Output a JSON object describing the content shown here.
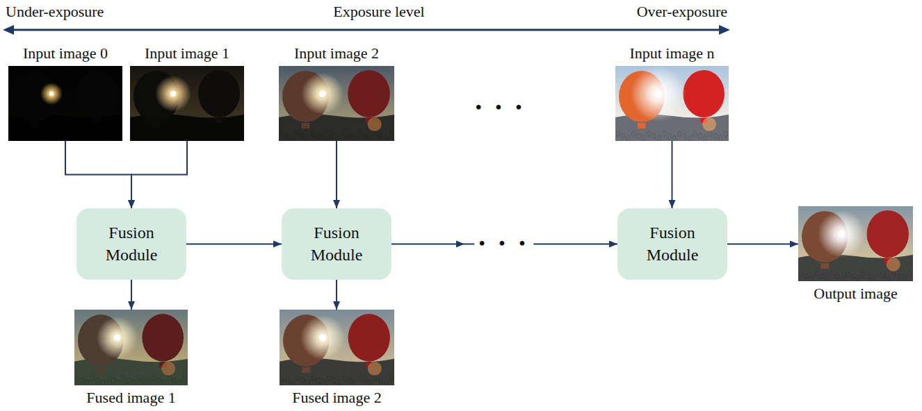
{
  "diagram": {
    "nodes": [
      {
        "text": [
          "Input image 0"
        ]
      },
      {
        "text": [
          "Input image 1"
        ]
      },
      {
        "text": [
          "Input image 2"
        ]
      },
      {
        "text": [
          "Input image n"
        ]
      },
      {
        "text": [
          "Fusion Module"
        ]
      },
      {
        "text": [
          "Fusion Module"
        ]
      },
      {
        "text": [
          "Fusion Module"
        ]
      },
      {
        "text": [
          "Fused image 1"
        ]
      },
      {
        "text": [
          "Fused image 2"
        ]
      },
      {
        "text": [
          "Output image"
        ]
      }
    ],
    "edges": [
      {
        "from": 0,
        "to": 4,
        "arrow": "to"
      },
      {
        "from": 1,
        "to": 4,
        "arrow": "to"
      },
      {
        "from": 2,
        "to": 5,
        "arrow": "to"
      },
      {
        "from": 3,
        "to": 6,
        "arrow": "to"
      },
      {
        "from": 4,
        "to": 5,
        "arrow": "to"
      },
      {
        "from": 4,
        "to": 7,
        "arrow": "to"
      },
      {
        "from": 5,
        "to": 8,
        "arrow": "to"
      },
      {
        "from": 5,
        "to": 6,
        "arrow": "to"
      },
      {
        "from": 6,
        "to": 9,
        "arrow": "to"
      }
    ],
    "labels": [
      "Under-exposure",
      "Exposure level",
      "Over-exposure",
      "• • •",
      "• • •"
    ]
  }
}
